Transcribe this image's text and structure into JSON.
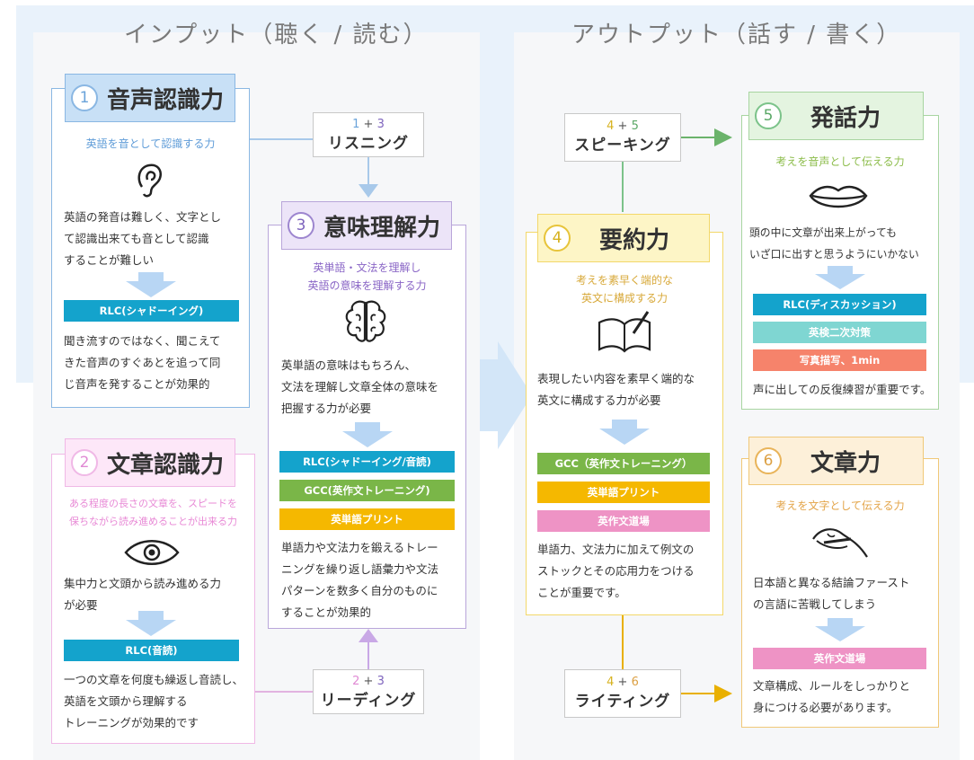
{
  "sections": {
    "input_title": "インプット（聴く / 読む）",
    "output_title": "アウトプット（話す / 書く）"
  },
  "colors": {
    "blue": "#8ab7e3",
    "purple": "#b9a6da",
    "pink": "#f0b8e6",
    "yellow": "#f3cf67",
    "green": "#a8d5a1",
    "orange": "#f0c878",
    "tag_cyan": "#14a3cc",
    "tag_green": "#7ab648",
    "tag_yellow": "#f5b800",
    "tag_pink": "#ee93c5",
    "tag_teal": "#7fd6d2",
    "tag_salmon": "#f6836b"
  },
  "cards": {
    "c1": {
      "num": "1",
      "title": "音声認識力",
      "icon": "ear-icon",
      "subtitle": "英語を音として認識する力",
      "desc": [
        "英語の発音は難しく、文字とし",
        "て認識出来ても音として認識",
        "することが難しい"
      ],
      "tags": [
        "RLC(シャドーイング)"
      ],
      "result": [
        "聞き流すのではなく、聞こえて",
        "きた音声のすぐあとを追って同",
        "じ音声を発することが効果的"
      ]
    },
    "c2": {
      "num": "2",
      "title": "文章認識力",
      "icon": "eye-icon",
      "subtitle": [
        "ある程度の長さの文章を、スピードを",
        "保ちながら読み進めることが出来る力"
      ],
      "desc": [
        "集中力と文頭から読み進める力",
        "が必要"
      ],
      "tags": [
        "RLC(音読)"
      ],
      "result": [
        "一つの文章を何度も繰返し音読し、",
        "英語を文頭から理解する",
        "トレーニングが効果的です"
      ]
    },
    "c3": {
      "num": "3",
      "title": "意味理解力",
      "icon": "brain-icon",
      "subtitle": [
        "英単語・文法を理解し",
        "英語の意味を理解する力"
      ],
      "desc": [
        "英単語の意味はもちろん、",
        "文法を理解し文章全体の意味を",
        "把握する力が必要"
      ],
      "tags": [
        "RLC(シャドーイング/音読)",
        "GCC(英作文トレーニング)",
        "英単語プリント"
      ],
      "result": [
        "単語力や文法力を鍛えるトレー",
        "ニングを繰り返し語彙力や文法",
        "パターンを数多く自分のものに",
        "することが効果的"
      ]
    },
    "c4": {
      "num": "4",
      "title": "要約力",
      "icon": "book-icon",
      "subtitle": [
        "考えを素早く端的な",
        "英文に構成する力"
      ],
      "desc": [
        "表現したい内容を素早く端的な",
        "英文に構成する力が必要"
      ],
      "tags": [
        "GCC（英作文トレーニング）",
        "英単語プリント",
        "英作文道場"
      ],
      "result": [
        "単語力、文法力に加えて例文の",
        "ストックとその応用力をつける",
        "ことが重要です。"
      ]
    },
    "c5": {
      "num": "5",
      "title": "発話力",
      "icon": "lips-icon",
      "subtitle": "考えを音声として伝える力",
      "desc": [
        "頭の中に文章が出来上がっても",
        "いざ口に出すと思うようにいかない"
      ],
      "tags": [
        "RLC(ディスカッション)",
        "英検二次対策",
        "写真描写、1min"
      ],
      "result": [
        "声に出しての反復練習が重要です。"
      ]
    },
    "c6": {
      "num": "6",
      "title": "文章力",
      "icon": "writing-hand-icon",
      "subtitle": "考えを文字として伝える力",
      "desc": [
        "日本語と異なる結論ファースト",
        "の言語に苦戦してしまう"
      ],
      "tags": [
        "英作文道場"
      ],
      "result": [
        "文章構成、ルールをしっかりと",
        "身につける必要があります。"
      ]
    }
  },
  "skills": {
    "listening": {
      "a": "1",
      "b": "3",
      "label": "リスニング"
    },
    "reading": {
      "a": "2",
      "b": "3",
      "label": "リーディング"
    },
    "speaking": {
      "a": "4",
      "b": "5",
      "label": "スピーキング"
    },
    "writing": {
      "a": "4",
      "b": "6",
      "label": "ライティング"
    }
  },
  "plus": "+"
}
